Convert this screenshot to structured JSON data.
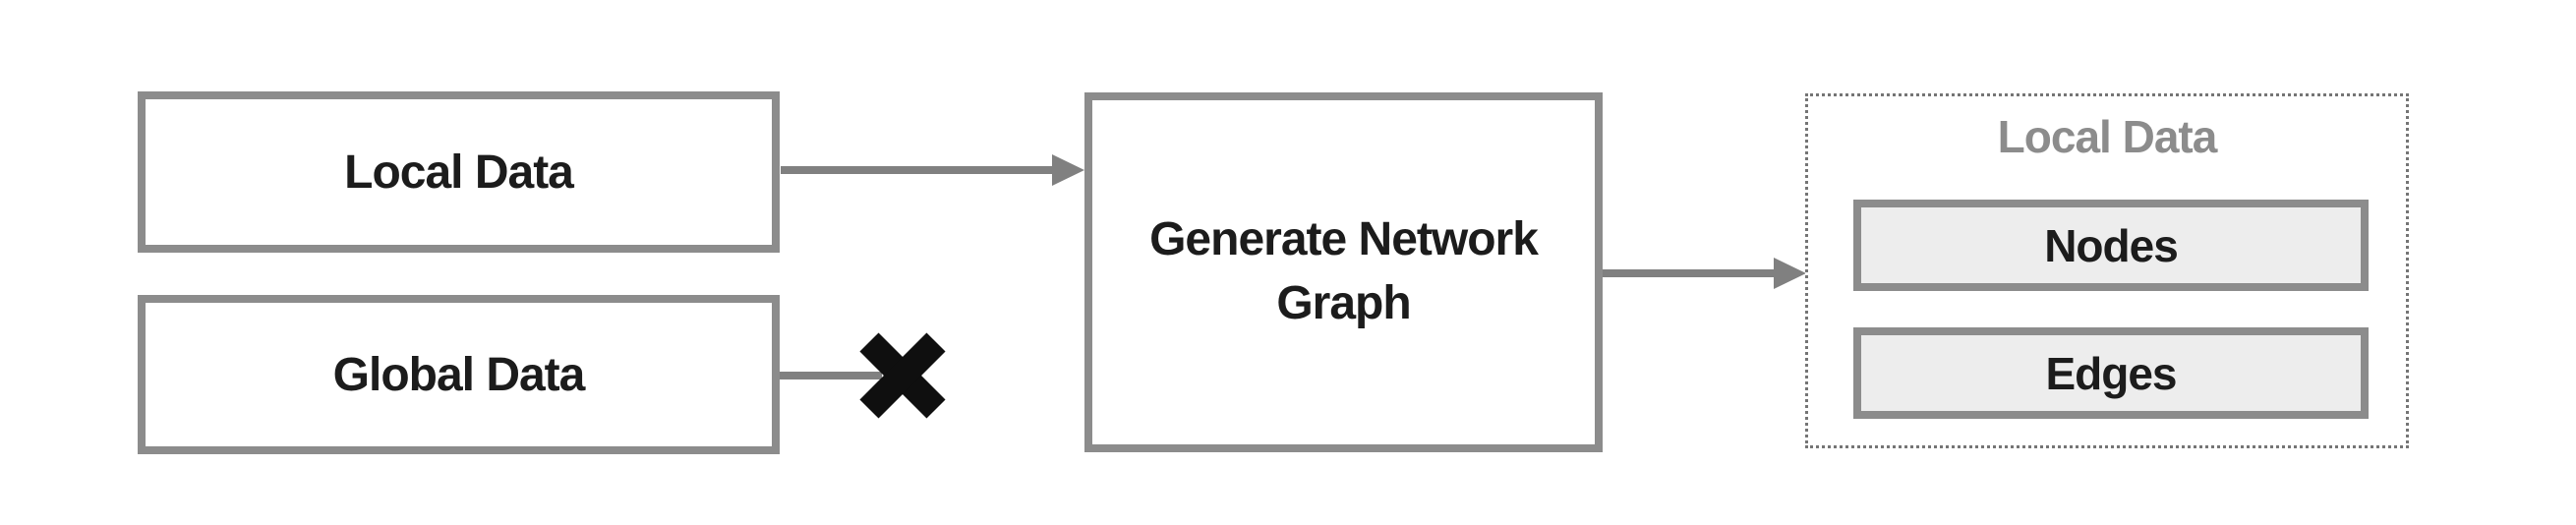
{
  "diagram": {
    "background": "#ffffff",
    "boxes": {
      "local": {
        "label": "Local Data"
      },
      "global": {
        "label": "Global Data"
      },
      "generate": {
        "line1": "Generate Network",
        "line2": "Graph"
      },
      "output": {
        "title": "Local Data",
        "items": [
          {
            "label": "Nodes"
          },
          {
            "label": "Edges"
          }
        ]
      }
    },
    "connections": {
      "local_to_generate": "arrow",
      "generate_to_output": "arrow",
      "global_blocked": "x-mark"
    },
    "colors": {
      "box_border": "#8c8c8c",
      "arrow": "#808080",
      "text": "#1c1c1c",
      "muted_title": "#8c8c8c",
      "inner_fill": "#ededed",
      "x_mark": "#0f0f0f",
      "dotted_border": "#757575"
    }
  }
}
